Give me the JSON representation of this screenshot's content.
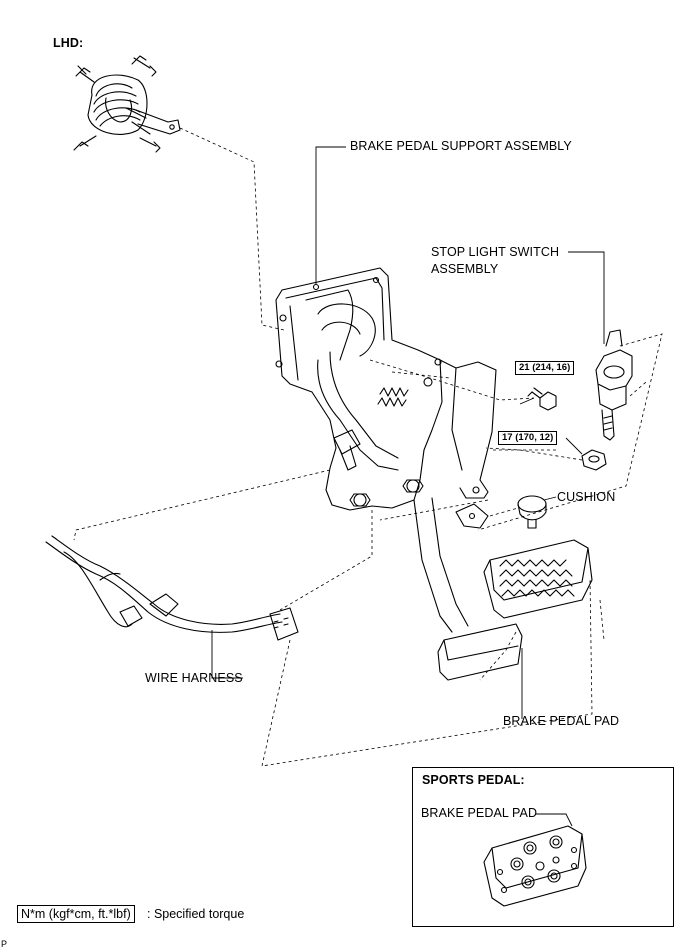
{
  "section_label": "LHD:",
  "labels": {
    "support_assembly": "BRAKE PEDAL SUPPORT ASSEMBLY",
    "stop_light_line1": "STOP LIGHT SWITCH",
    "stop_light_line2": "ASSEMBLY",
    "cushion": "CUSHION",
    "wire_harness": "WIRE HARNESS",
    "brake_pedal_pad": "BRAKE PEDAL PAD"
  },
  "torques": {
    "bolt": "21 (214, 16)",
    "nut": "17 (170, 12)"
  },
  "inset": {
    "title": "SPORTS PEDAL:",
    "pad_label": "BRAKE PEDAL PAD"
  },
  "legend": {
    "box": "N*m (kgf*cm, ft.*lbf)",
    "text": ": Specified torque"
  },
  "corner_mark": "P"
}
